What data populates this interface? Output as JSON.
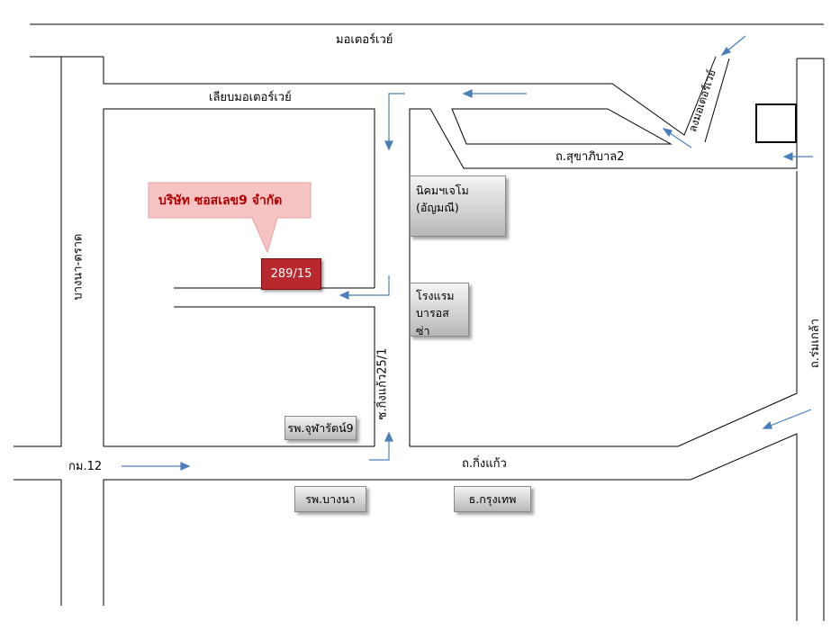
{
  "roads": {
    "motorway": "มอเตอร์เวย์",
    "motorway_frontage": "เลียบมอเตอร์เวย์",
    "sukhaphiban2": "ถ.สุขาภิบาล2",
    "bangna_trat": "บางนา-ตราด",
    "km12": "กม.12",
    "kingkaew": "ถ.กิ่งแก้ว",
    "soi_kingkaew_25_1": "ซ.กิ่งแก้ว25/1",
    "rom_klao": "ถ.ร่มเกล้า",
    "long_motorway": "ลงมอเตอร์เวย์"
  },
  "company": {
    "name": "บริษัท ซอสเลข9 จำกัด",
    "address": "289/15"
  },
  "landmarks": {
    "gems_estate_line1": "นิคมฯเจโม",
    "gems_estate_line2": "(อัญมณี)",
    "hotel_line1": "โรงแรม",
    "hotel_line2": "บารอสซ่า",
    "chularat9": "รพ.จุฬารัตน์9",
    "bangna_hospital": "รพ.บางนา",
    "bangkok_bank": "ธ.กรุงเทพ"
  },
  "colors": {
    "road_line": "#000000",
    "arrow": "#4a7ebb",
    "callout_fill": "#f6c3c3",
    "callout_text": "#b00000",
    "address_fill": "#b9282c"
  }
}
